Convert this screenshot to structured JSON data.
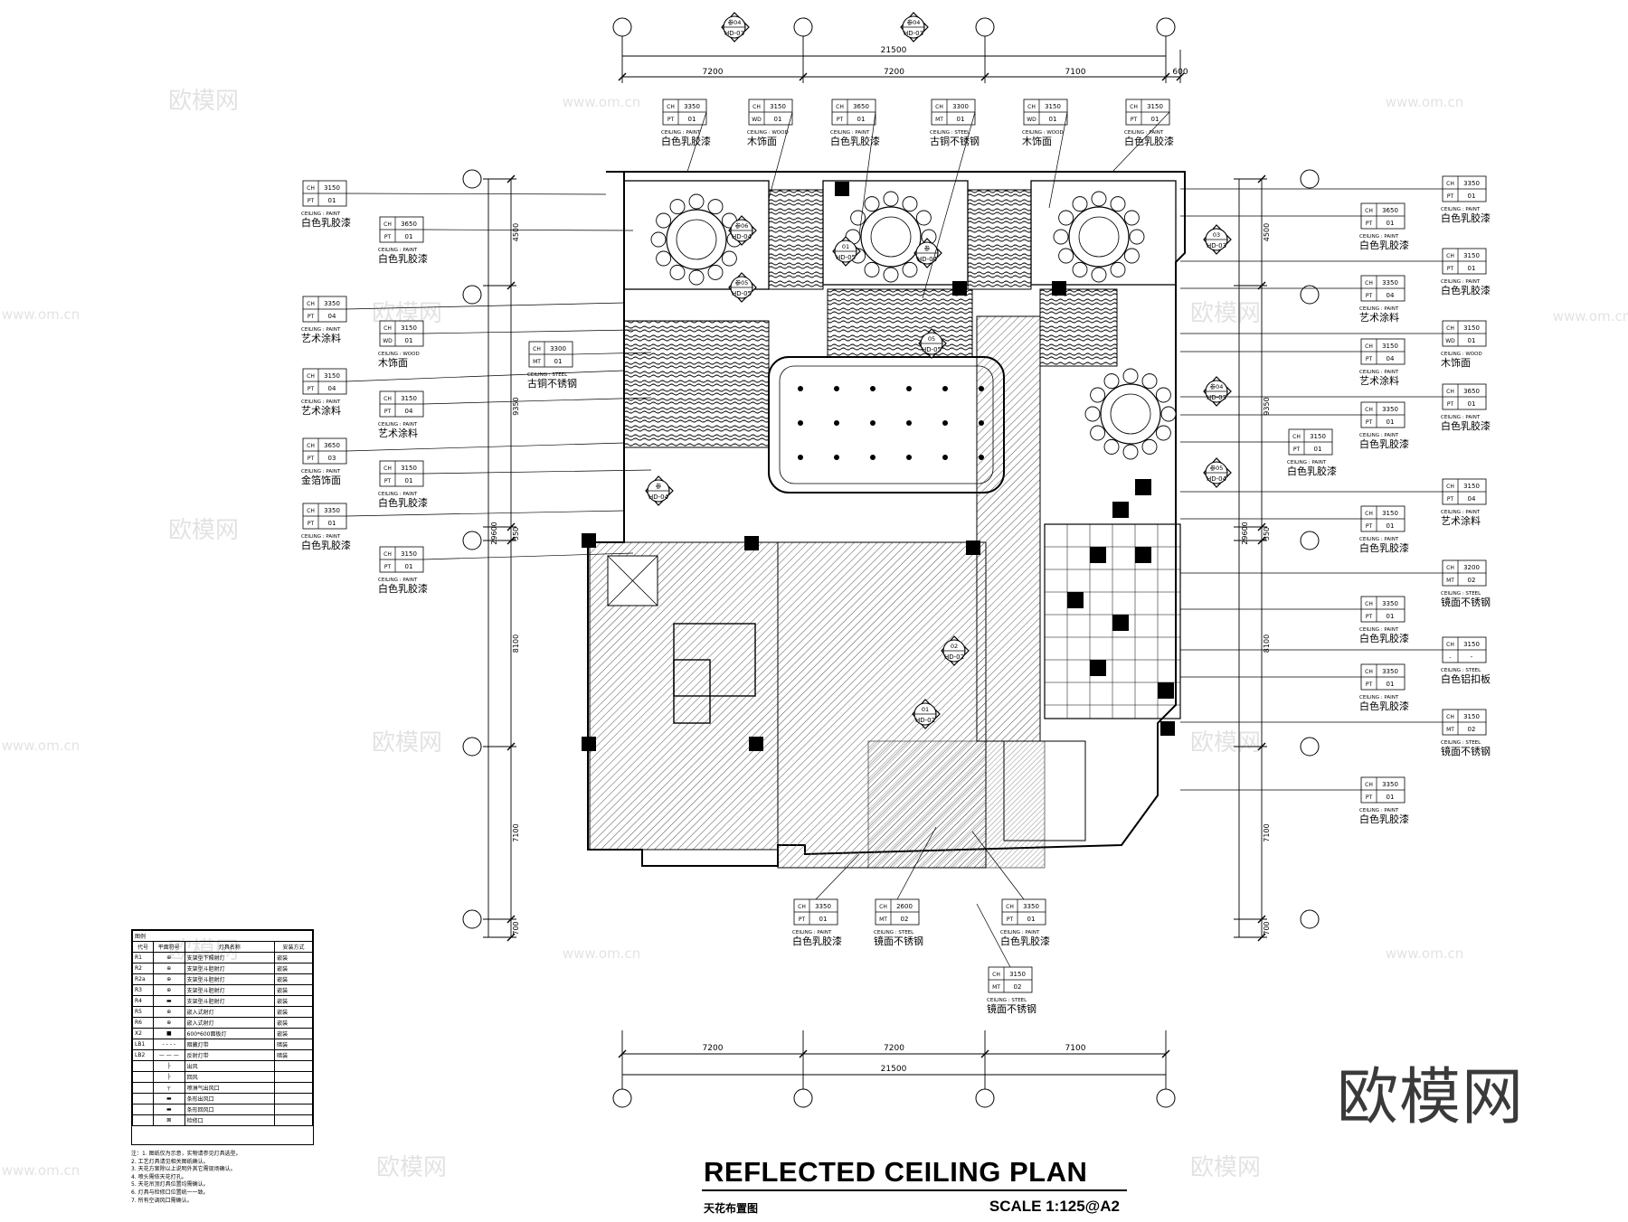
{
  "drawing": {
    "title": "REFLECTED CEILING PLAN",
    "subtitle": "天花布置图",
    "scale": "SCALE  1:125@A2",
    "watermark": "欧模网",
    "watermark_url": "www.om.cn"
  },
  "dimensions": {
    "top_overall": "21500",
    "top_segments": [
      "7200",
      "7200",
      "7100",
      "600"
    ],
    "bottom_overall": "21500",
    "bottom_segments": [
      "7200",
      "7200",
      "7100"
    ],
    "left_overall": "29600",
    "left_segments": [
      "4500",
      "9350",
      "550",
      "8100",
      "7100",
      "700"
    ],
    "right_overall": "29600",
    "right_segments": [
      "4500",
      "9350",
      "550",
      "8100",
      "7100",
      "700"
    ]
  },
  "section_markers": {
    "top": [
      {
        "top": "参04",
        "bottom": "HD-03"
      },
      {
        "top": "参04",
        "bottom": "HD-03"
      }
    ],
    "plan": [
      {
        "top": "参06",
        "bottom": "HD-04"
      },
      {
        "top": "参05",
        "bottom": "HD-05"
      },
      {
        "top": "01",
        "bottom": "HD-05"
      },
      {
        "top": "参",
        "bottom": "HD-04"
      },
      {
        "top": "03",
        "bottom": "HD-03"
      },
      {
        "top": "参04",
        "bottom": "HD-03"
      },
      {
        "top": "参05",
        "bottom": "HD-04"
      },
      {
        "top": "参",
        "bottom": "HD-04"
      },
      {
        "top": "02",
        "bottom": "HD-02"
      },
      {
        "top": "01",
        "bottom": "HD-02"
      },
      {
        "top": "05",
        "bottom": "HD-05"
      }
    ]
  },
  "ceiling_tags": {
    "top": [
      {
        "ch": "3350",
        "code": "PT",
        "num": "01",
        "type": "CEILING : PAINT",
        "material": "白色乳胶漆"
      },
      {
        "ch": "3150",
        "code": "WD",
        "num": "01",
        "type": "CEILING : WOOD",
        "material": "木饰面"
      },
      {
        "ch": "3650",
        "code": "PT",
        "num": "01",
        "type": "CEILING : PAINT",
        "material": "白色乳胶漆"
      },
      {
        "ch": "3300",
        "code": "MT",
        "num": "01",
        "type": "CEILING : STEEL",
        "material": "古铜不锈钢"
      },
      {
        "ch": "3150",
        "code": "WD",
        "num": "01",
        "type": "CEILING : WOOD",
        "material": "木饰面"
      },
      {
        "ch": "3150",
        "code": "PT",
        "num": "01",
        "type": "CEILING : PAINT",
        "material": "白色乳胶漆"
      }
    ],
    "left": [
      {
        "ch": "3150",
        "code": "PT",
        "num": "01",
        "type": "CEILING : PAINT",
        "material": "白色乳胶漆"
      },
      {
        "ch": "3650",
        "code": "PT",
        "num": "01",
        "type": "CEILING : PAINT",
        "material": "白色乳胶漆"
      },
      {
        "ch": "3350",
        "code": "PT",
        "num": "04",
        "type": "CEILING : PAINT",
        "material": "艺术涂料"
      },
      {
        "ch": "3150",
        "code": "WD",
        "num": "01",
        "type": "CEILING : WOOD",
        "material": "木饰面"
      },
      {
        "ch": "3300",
        "code": "MT",
        "num": "01",
        "type": "CEILING : STEEL",
        "material": "古铜不锈钢"
      },
      {
        "ch": "3150",
        "code": "PT",
        "num": "04",
        "type": "CEILING : PAINT",
        "material": "艺术涂料"
      },
      {
        "ch": "3150",
        "code": "PT",
        "num": "04",
        "type": "CEILING : PAINT",
        "material": "艺术涂料"
      },
      {
        "ch": "3650",
        "code": "PT",
        "num": "03",
        "type": "CEILING : PAINT",
        "material": "金箔饰面"
      },
      {
        "ch": "3150",
        "code": "PT",
        "num": "01",
        "type": "CEILING : PAINT",
        "material": "白色乳胶漆"
      },
      {
        "ch": "3350",
        "code": "PT",
        "num": "01",
        "type": "CEILING : PAINT",
        "material": "白色乳胶漆"
      },
      {
        "ch": "3150",
        "code": "PT",
        "num": "01",
        "type": "CEILING : PAINT",
        "material": "白色乳胶漆"
      }
    ],
    "right": [
      {
        "ch": "3350",
        "code": "PT",
        "num": "01",
        "type": "CEILING : PAINT",
        "material": "白色乳胶漆"
      },
      {
        "ch": "3650",
        "code": "PT",
        "num": "01",
        "type": "CEILING : PAINT",
        "material": "白色乳胶漆"
      },
      {
        "ch": "3150",
        "code": "PT",
        "num": "01",
        "type": "CEILING : PAINT",
        "material": "白色乳胶漆"
      },
      {
        "ch": "3350",
        "code": "PT",
        "num": "04",
        "type": "CEILING : PAINT",
        "material": "艺术涂料"
      },
      {
        "ch": "3150",
        "code": "WD",
        "num": "01",
        "type": "CEILING : WOOD",
        "material": "木饰面"
      },
      {
        "ch": "3150",
        "code": "PT",
        "num": "04",
        "type": "CEILING : PAINT",
        "material": "艺术涂料"
      },
      {
        "ch": "3650",
        "code": "PT",
        "num": "01",
        "type": "CEILING : PAINT",
        "material": "白色乳胶漆"
      },
      {
        "ch": "3350",
        "code": "PT",
        "num": "01",
        "type": "CEILING : PAINT",
        "material": "白色乳胶漆"
      },
      {
        "ch": "3150",
        "code": "PT",
        "num": "01",
        "type": "CEILING : PAINT",
        "material": "白色乳胶漆"
      },
      {
        "ch": "3150",
        "code": "PT",
        "num": "04",
        "type": "CEILING : PAINT",
        "material": "艺术涂料"
      },
      {
        "ch": "3150",
        "code": "PT",
        "num": "01",
        "type": "CEILING : PAINT",
        "material": "白色乳胶漆"
      },
      {
        "ch": "3200",
        "code": "MT",
        "num": "02",
        "type": "CEILING : STEEL",
        "material": "镜面不锈钢"
      },
      {
        "ch": "3350",
        "code": "PT",
        "num": "01",
        "type": "CEILING : PAINT",
        "material": "白色乳胶漆"
      },
      {
        "ch": "3150",
        "code": "-",
        "num": "-",
        "type": "CEILING : STEEL",
        "material": "白色铝扣板"
      },
      {
        "ch": "3350",
        "code": "PT",
        "num": "01",
        "type": "CEILING : PAINT",
        "material": "白色乳胶漆"
      },
      {
        "ch": "3150",
        "code": "MT",
        "num": "02",
        "type": "CEILING : STEEL",
        "material": "镜面不锈钢"
      },
      {
        "ch": "3350",
        "code": "PT",
        "num": "01",
        "type": "CEILING : PAINT",
        "material": "白色乳胶漆"
      }
    ],
    "bottom": [
      {
        "ch": "3350",
        "code": "PT",
        "num": "01",
        "type": "CEILING : PAINT",
        "material": "白色乳胶漆"
      },
      {
        "ch": "2600",
        "code": "MT",
        "num": "02",
        "type": "CEILING : STEEL",
        "material": "镜面不锈钢"
      },
      {
        "ch": "3350",
        "code": "PT",
        "num": "01",
        "type": "CEILING : PAINT",
        "material": "白色乳胶漆"
      },
      {
        "ch": "3150",
        "code": "MT",
        "num": "02",
        "type": "CEILING : STEEL",
        "material": "镜面不锈钢"
      }
    ]
  },
  "legend": {
    "title": "图例",
    "headers": [
      "代号",
      "平面符号",
      "灯具名称",
      "安装方式"
    ],
    "rows": [
      [
        "R1",
        "⊕",
        "支架型下照射灯",
        "嵌装"
      ],
      [
        "R2",
        "⊕",
        "支架型斗胆射灯",
        "嵌装"
      ],
      [
        "R2a",
        "⊕",
        "支架型斗胆射灯",
        "嵌装"
      ],
      [
        "R3",
        "⊕",
        "支架型斗胆射灯",
        "嵌装"
      ],
      [
        "R4",
        "▬",
        "支架型斗胆射灯",
        "嵌装"
      ],
      [
        "R5",
        "⊕",
        "嵌入式射灯",
        "嵌装"
      ],
      [
        "R6",
        "⊕",
        "嵌入式射灯",
        "嵌装"
      ],
      [
        "X2",
        "■",
        "600*600面板灯",
        "嵌装"
      ],
      [
        "LB1",
        "- - - -",
        "暗藏灯带",
        "暗装"
      ],
      [
        "LB2",
        "— — —",
        "反射灯带",
        "暗装"
      ],
      [
        "",
        "├",
        "出风",
        ""
      ],
      [
        "",
        "├",
        "回风",
        ""
      ],
      [
        "",
        "┬",
        "喷淋气出风口",
        ""
      ],
      [
        "",
        "▬",
        "条形出风口",
        ""
      ],
      [
        "",
        "▬",
        "条形回风口",
        ""
      ],
      [
        "",
        "⊠",
        "检修口",
        ""
      ]
    ]
  },
  "notes": [
    "注：1. 图纸仅为示意，实物请参见灯具选型。",
    "2. 工艺灯具请见相关图纸确认。",
    "3. 天花方案除以上说明外其它需现场确认。",
    "4. 喷头需依天花打孔。",
    "5. 天花吊顶灯具位置均需确认。",
    "6. 灯具与检修口位置统一一致。",
    "7. 所有空调风口需确认。"
  ]
}
